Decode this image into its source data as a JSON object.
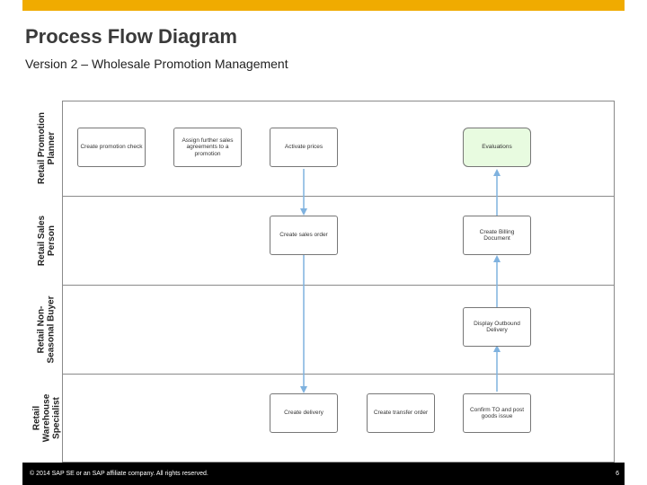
{
  "colors": {
    "accent": "#f0ab00",
    "lane_border": "#8a8a8a",
    "arrow": "#7fb2df",
    "event_fill": "#e8fbe0",
    "footer_bg": "#000000"
  },
  "header": {
    "title": "Process Flow Diagram",
    "subtitle": "Version 2 – Wholesale Promotion Management"
  },
  "lanes": [
    {
      "label": "Retail Promotion\nPlanner"
    },
    {
      "label": "Retail Sales\nPerson"
    },
    {
      "label": "Retail Non-\nSeasonal Buyer"
    },
    {
      "label": "Retail\nWarehouse\nSpecialist"
    }
  ],
  "steps": {
    "create_promotion_check": "Create promotion check",
    "assign_sales_agreements": "Assign further sales agreements to a promotion",
    "activate_prices": "Activate prices",
    "evaluations": "Evaluations",
    "create_sales_order": "Create sales order",
    "create_billing_document": "Create Billing Document",
    "display_outbound_delivery": "Display Outbound Delivery",
    "create_delivery": "Create delivery",
    "create_transfer_order": "Create transfer order",
    "confirm_to_goods_issue": "Confirm TO and post goods issue"
  },
  "footer": {
    "copyright": "© 2014 SAP SE or an SAP affiliate company. All rights reserved.",
    "page_number": "6"
  }
}
